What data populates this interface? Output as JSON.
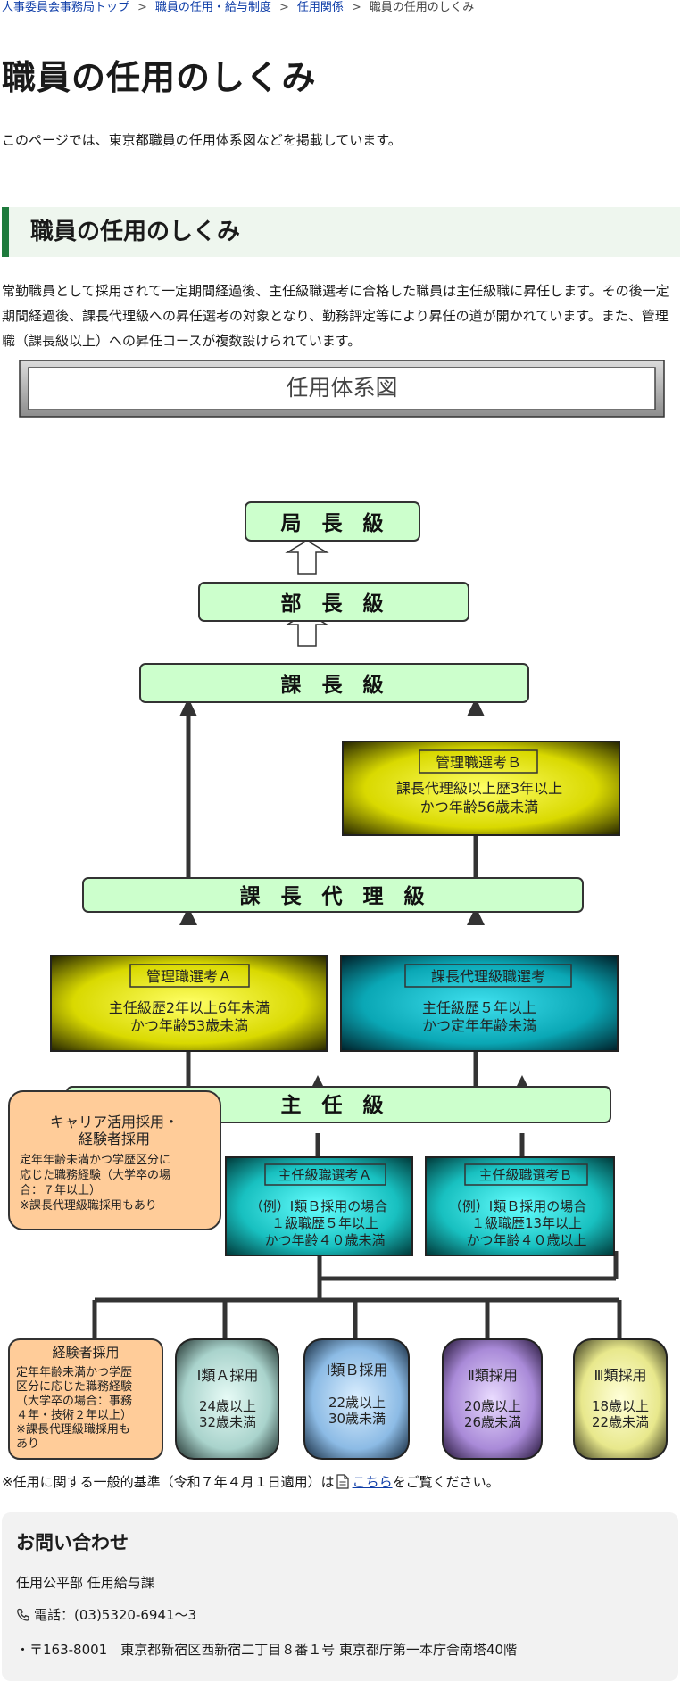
{
  "breadcrumb": {
    "items": [
      "人事委員会事務局トップ",
      "職員の任用・給与制度",
      "任用関係"
    ],
    "separator": ">",
    "current": "職員の任用のしくみ"
  },
  "page": {
    "title": "職員の任用のしくみ",
    "intro": "このページでは、東京都職員の任用体系図などを掲載しています。"
  },
  "section": {
    "heading": "職員の任用のしくみ",
    "body": "常勤職員として採用されて一定期間経過後、主任級職選考に合格した職員は主任級職に昇任します。その後一定期間経過後、課長代理級への昇任選考の対象となり、勤務評定等により昇任の道が開かれています。また、管理職（課長級以上）への昇任コースが複数設けられています。"
  },
  "diagram": {
    "banner": "任用体系図",
    "grades": {
      "kyokucho": "局　長　級",
      "bucho": "部　長　級",
      "kacho": "課　長　級",
      "kachodairi": "課　長　代　理　級",
      "shunin": "主　任　級"
    },
    "exams": {
      "kanri_b": {
        "title": "管理職選考Ｂ",
        "line1": "課長代理級以上歴3年以上",
        "line2": "かつ年齢56歳未満"
      },
      "kanri_a": {
        "title": "管理職選考Ａ",
        "line1": "主任級歴2年以上6年未満",
        "line2": "かつ年齢53歳未満"
      },
      "kachodairi": {
        "title": "課長代理級職選考",
        "line1": "主任級歴５年以上",
        "line2": "かつ定年年齢未満"
      },
      "shunin_a": {
        "title": "主任級職選考Ａ",
        "line1": "（例）Ⅰ類Ｂ採用の場合",
        "line2": "１級職歴５年以上",
        "line3": "かつ年齢４０歳未満"
      },
      "shunin_b": {
        "title": "主任級職選考Ｂ",
        "line1": "（例）Ⅰ類Ｂ採用の場合",
        "line2": "１級職歴13年以上",
        "line3": "かつ年齢４０歳以上"
      }
    },
    "career": {
      "title1": "キャリア活用採用・",
      "title2": "経験者採用",
      "lines": [
        "定年年齢未満かつ学歴区分に",
        "応じた職務経験（大学卒の場",
        "合：７年以上）",
        "※課長代理級職採用もあり"
      ]
    },
    "recruit": {
      "keiken": {
        "title": "経験者採用",
        "lines": [
          "定年年齢未満かつ学歴",
          "区分に応じた職務経験",
          "（大学卒の場合：事務",
          "４年・技術２年以上）",
          "※課長代理級職採用も",
          "あり"
        ]
      },
      "ia": {
        "title": "Ⅰ類Ａ採用",
        "line1": "24歳以上",
        "line2": "32歳未満"
      },
      "ib": {
        "title": "Ⅰ類Ｂ採用",
        "line1": "22歳以上",
        "line2": "30歳未満"
      },
      "ii": {
        "title": "Ⅱ類採用",
        "line1": "20歳以上",
        "line2": "26歳未満"
      },
      "iii": {
        "title": "Ⅲ類採用",
        "line1": "18歳以上",
        "line2": "22歳未満"
      }
    },
    "colors": {
      "grade_fill": "#ccffcc",
      "yellow_box": "#d9d900",
      "teal_box": "#0aa7b5",
      "cyan_box": "#18c0c0",
      "orange_box": "#ffcc99",
      "ia_fill": "#b9ded8",
      "ib_fill": "#94c4ec",
      "ii_fill": "#a98ad8",
      "iii_fill": "#e8e88c"
    }
  },
  "note": {
    "prefix": "※任用に関する一般的基準（令和７年４月１日適用）は",
    "link": "こちら",
    "suffix": "をご覧ください。"
  },
  "contact": {
    "heading": "お問い合わせ",
    "dept": "任用公平部 任用給与課",
    "phone": "電話：(03)5320-6941～3",
    "address": "・〒163-8001　東京都新宿区西新宿二丁目８番１号 東京都庁第一本庁舎南塔40階"
  }
}
